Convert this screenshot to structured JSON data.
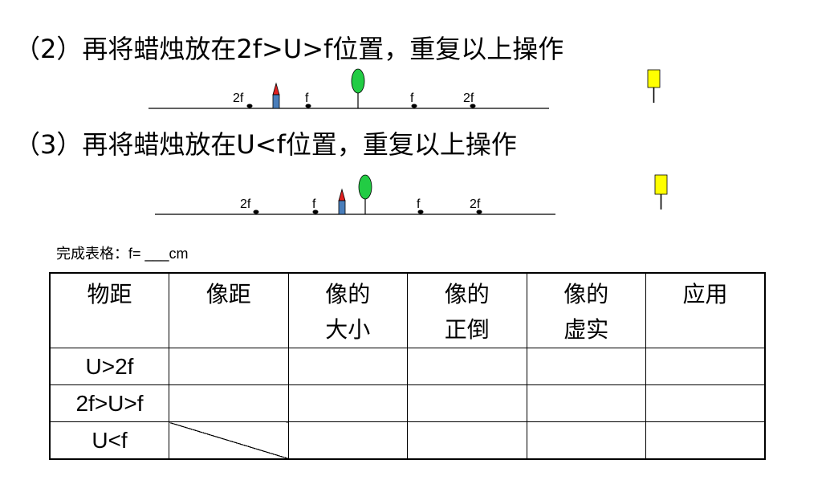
{
  "step2": {
    "heading": "（2）再将蜡烛放在2f>U>f位置，重复以上操作",
    "labels": {
      "left_2f": "2f",
      "left_f": "f",
      "right_f": "f",
      "right_2f": "2f"
    }
  },
  "step3": {
    "heading": "（3）再将蜡烛放在U<f位置，重复以上操作",
    "labels": {
      "left_2f": "2f",
      "left_f": "f",
      "right_f": "f",
      "right_2f": "2f"
    }
  },
  "caption": {
    "prefix": "完成表格：",
    "formula": "f= ___cm"
  },
  "table": {
    "headers": [
      {
        "line1": "物距",
        "line2": ""
      },
      {
        "line1": "像距",
        "line2": ""
      },
      {
        "line1": "像的",
        "line2": "大小"
      },
      {
        "line1": "像的",
        "line2": "正倒"
      },
      {
        "line1": "像的",
        "line2": "虚实"
      },
      {
        "line1": "应用",
        "line2": ""
      }
    ],
    "rows": [
      "U>2f",
      "2f>U>f",
      "U<f"
    ]
  },
  "colors": {
    "candle_body": "#4a7ebb",
    "flame": "#e02020",
    "lens": "#22cc44",
    "screen": "#ffff00"
  }
}
